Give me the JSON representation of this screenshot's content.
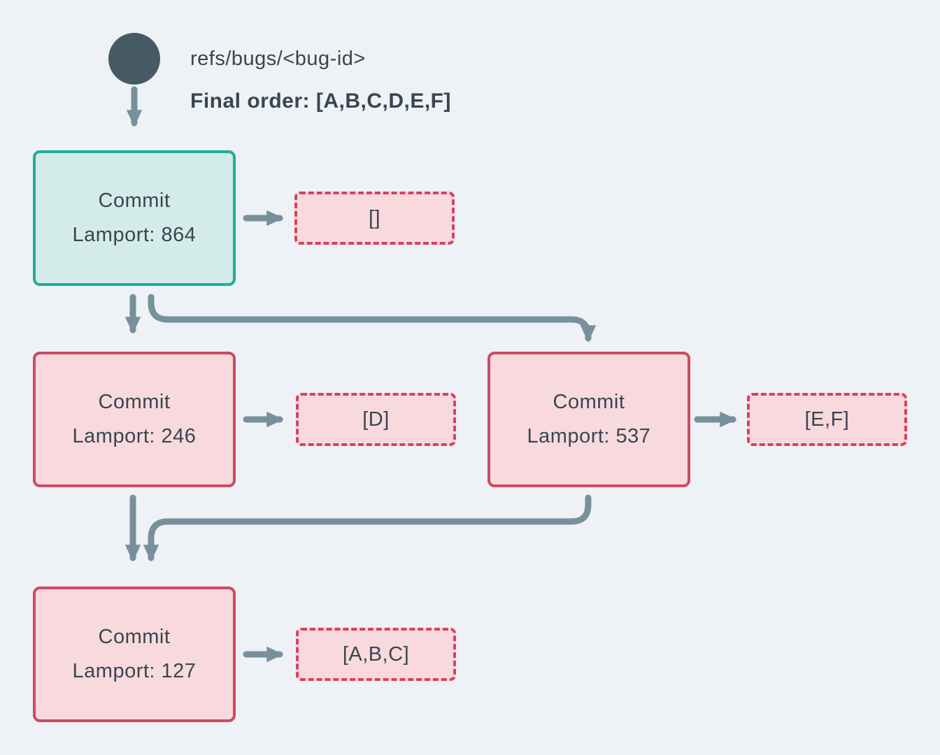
{
  "header": {
    "ref_label": "refs/bugs/<bug-id>",
    "final_order_label": "Final order: [A,B,C,D,E,F]"
  },
  "nodes": [
    {
      "title": "Commit",
      "lamport_label": "Lamport: 864",
      "payload": "[]",
      "role": "head"
    },
    {
      "title": "Commit",
      "lamport_label": "Lamport: 246",
      "payload": "[D]",
      "role": "normal"
    },
    {
      "title": "Commit",
      "lamport_label": "Lamport: 537",
      "payload": "[E,F]",
      "role": "normal"
    },
    {
      "title": "Commit",
      "lamport_label": "Lamport: 127",
      "payload": "[A,B,C]",
      "role": "normal"
    }
  ],
  "colors": {
    "background": "#eef1f5",
    "head_node_border": "#1fae9e",
    "head_node_fill": "#d3ecea",
    "commit_node_border": "#cc4b63",
    "commit_node_fill": "#f8d9de",
    "payload_border": "#d8415f",
    "payload_fill": "#f8d9de",
    "arrow": "#78909c",
    "text": "#37474f",
    "ref_circle": "#455a64"
  }
}
